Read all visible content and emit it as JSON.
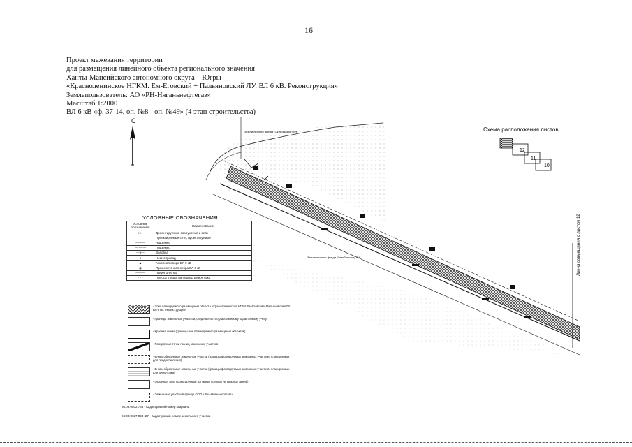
{
  "page_number": "16",
  "header": {
    "lines": [
      "Проект межевания территории",
      "для размещения линейного объекта регионального значения",
      "Ханты-Мансийского автономного округа – Югры",
      "«Красноленинское НГКМ. Ем-Еговский + Пальяновский ЛУ. ВЛ 6 кВ. Реконструкция»",
      "Землепользователь: АО «РН-Няганьнефтегаз»",
      "Масштаб 1:2000",
      "ВЛ 6 кВ «ф. 37-14, оп. №8 - оп. №49» (4 этап строительства)"
    ]
  },
  "north_label": "С",
  "scheme": {
    "title": "Схема расположения листов",
    "sheets": [
      "12",
      "11",
      "10"
    ]
  },
  "legend": {
    "title": "УСЛОВНЫЕ ОБОЗНАЧЕНИЯ",
    "col_symbol": "Условные обозначения",
    "col_name": "Наименование",
    "rows": [
      "Демонтируемые сооружения и сети",
      "Проектируемые сети, проектируемые",
      "Надземно",
      "Подземно",
      "Водовод",
      "Нефтепровод",
      "Анкерная опора ВЛ 6 кВ",
      "Промежуточная опора ВЛ 6 кВ",
      "Линия ВЛ 6 кВ",
      "Полоса отвода на период демонтажа"
    ]
  },
  "hatch_legend": [
    "- Зона планируемого размещения объекта «Красноленинское НГКМ. Ем-Еговский+Пальяновский ЛУ. ВЛ 6 кВ. Реконструкция»",
    "- Границы земельных участков, сведения по государственному кадастровому учету",
    "- Красная линия (границы зон планируемого размещения объектов)",
    "- Поворотные точки границ земельных участков",
    "- Вновь образуемые земельные участки (границы формируемых земельных участков, планируемых для предоставления)",
    "- Вновь образуемые земельные участки (границы формируемых земельных участков, планируемых для демонтажа)",
    "- Охранная зона проектируемой ВЛ (мимо которых не красных линий)",
    "- Земельные участки в аренде ООО «РН-Няганьнефтегаз»"
  ],
  "codes": [
    "86:08:0502:736 - Кадастровый номер квартала",
    "86:08:0027:094 :27 - Кадастровый номер земельного участка"
  ],
  "map_labels": {
    "top_label": "Земли лесного фонда (Октябрьское) ЛН",
    "mid_label": "Земли лесного фонда (Октябрьское) ЛН",
    "side_label": "Линия совмещения с листом 12"
  }
}
